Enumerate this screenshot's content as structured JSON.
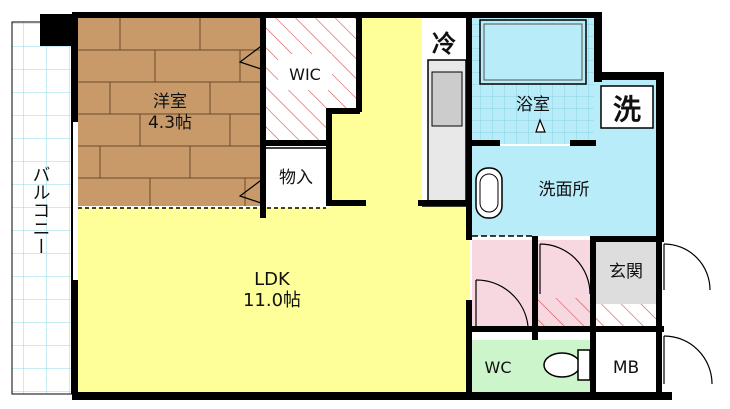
{
  "rooms": {
    "western": {
      "name": "洋室",
      "area": "4.3帖"
    },
    "wic": {
      "name": "WIC"
    },
    "storage": {
      "name": "物入"
    },
    "ldk": {
      "name": "LDK",
      "area": "11.0帖"
    },
    "bath": {
      "name": "浴室"
    },
    "washroom": {
      "name": "洗面所"
    },
    "entrance": {
      "name": "玄関"
    },
    "wc": {
      "name": "WC"
    },
    "mb": {
      "name": "MB"
    },
    "balcony": {
      "name": "バルコニー"
    }
  },
  "symbols": {
    "fridge": "冷",
    "washer": "洗"
  },
  "colors": {
    "ldk": "#ffff99",
    "western": "#c89a6a",
    "water": "#b8ecf8",
    "toilet": "#ccf5cc",
    "entrance": "#f8d8e0",
    "balcony_grid": "#8fd8e8",
    "hatch": "#d45050",
    "wall": "#000000"
  }
}
